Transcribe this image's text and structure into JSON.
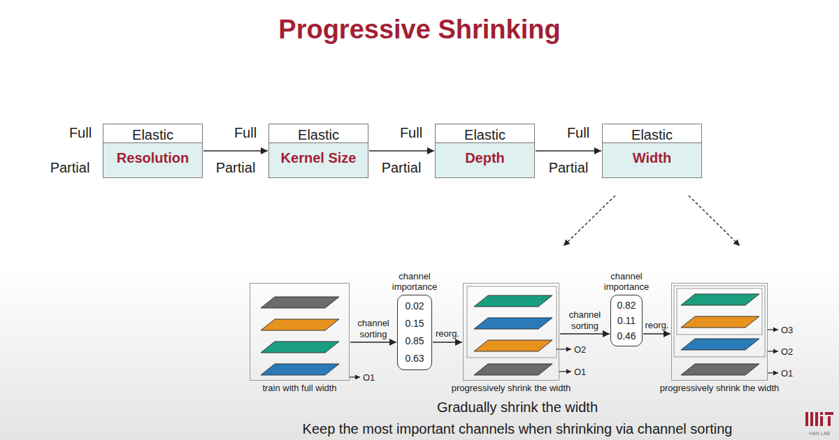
{
  "diagram": {
    "title": "Progressive Shrinking",
    "caption": "Gradually shrink the width",
    "nodes": [
      {
        "text": [
          "Elastic",
          "Resolution"
        ]
      },
      {
        "text": [
          "Elastic",
          "Kernel Size"
        ]
      },
      {
        "text": [
          "Elastic",
          "Depth"
        ]
      },
      {
        "text": [
          "Elastic",
          "Width"
        ]
      },
      {
        "text": [
          "train with full width"
        ]
      },
      {
        "text": [
          "channel importance",
          "0.02",
          "0.15",
          "0.85",
          "0.63"
        ]
      },
      {
        "text": [
          "progressively shrink the width"
        ]
      },
      {
        "text": [
          "channel importance",
          "0.82",
          "0.11",
          "0.46"
        ]
      },
      {
        "text": [
          "progressively shrink the width"
        ]
      }
    ],
    "edges": [
      {
        "from": 0,
        "to": 1,
        "arrow": "to"
      },
      {
        "from": 1,
        "to": 2,
        "arrow": "to"
      },
      {
        "from": 2,
        "to": 3,
        "arrow": "to"
      },
      {
        "from": 4,
        "to": 5,
        "label": "channel sorting",
        "arrow": "to"
      },
      {
        "from": 5,
        "to": 6,
        "label": "reorg.",
        "arrow": "to"
      },
      {
        "from": 6,
        "to": 7,
        "label": "channel sorting",
        "arrow": "to"
      },
      {
        "from": 7,
        "to": 8,
        "label": "reorg.",
        "arrow": "to"
      }
    ],
    "labels": [
      "Full",
      "Partial",
      "Full",
      "Partial",
      "Full",
      "Partial",
      "Full",
      "Partial",
      "O1",
      "O2",
      "O1",
      "O3",
      "O2",
      "O1",
      "Keep the most important channels when shrinking via channel sorting",
      "HAN LAB"
    ]
  }
}
